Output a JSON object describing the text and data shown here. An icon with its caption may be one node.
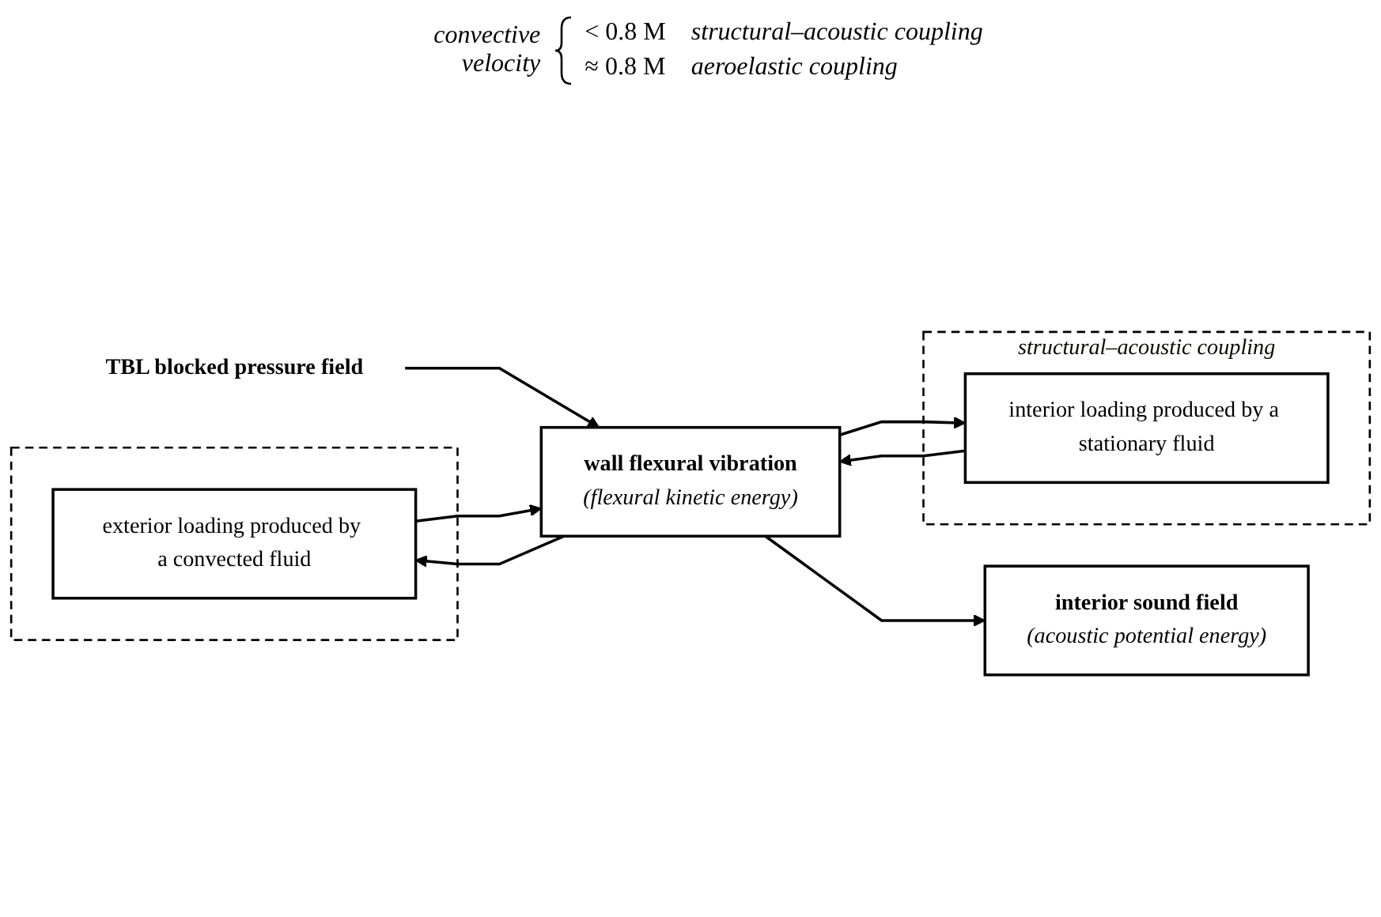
{
  "diagram": {
    "nodes": [
      {
        "text": [],
        "shape": "box"
      },
      {
        "text": [
          "exterior loading produced by a convected fluid"
        ],
        "in": 0
      },
      {
        "text": [
          "TBL blocked pressure field"
        ]
      },
      {
        "text": [
          "wall flexural vibration",
          "(flexural kinetic energy)"
        ]
      },
      {
        "text": [
          "interior sound field",
          "(acoustic potential energy)"
        ]
      },
      {
        "text": [
          "structural–acoustic coupling"
        ]
      },
      {
        "text": [
          "interior loading produced by a stationary fluid"
        ],
        "in": 5
      }
    ],
    "edges": [
      {
        "from": 2,
        "to": 3,
        "arrow": "to"
      },
      {
        "from": 3,
        "to": 4,
        "arrow": "to"
      },
      {
        "from": 1,
        "to": 3,
        "arrow": "to"
      },
      {
        "from": 3,
        "to": 1,
        "arrow": "to"
      },
      {
        "from": 3,
        "to": 6,
        "arrow": "to"
      },
      {
        "from": 6,
        "to": 3,
        "arrow": "to"
      }
    ],
    "labels": [
      "convective velocity",
      "< 0.8 M",
      "structural–acoustic coupling",
      "≈ 0.8 M",
      "aeroelastic coupling"
    ]
  }
}
